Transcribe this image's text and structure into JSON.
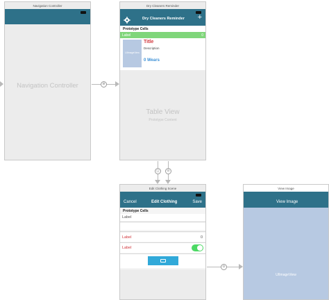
{
  "scenes": {
    "nav": {
      "title": "Navigation Controller",
      "center_label": "Navigation Controller"
    },
    "dry": {
      "title": "Dry Cleaners Reminder",
      "nav_title": "Dry Cleaners Reminder",
      "add_glyph": "+",
      "section_header": "Prototype Cells",
      "green_label": "Label",
      "green_value": "0",
      "image_placeholder": "UIImageView",
      "cell_title": "Title",
      "cell_description": "Description",
      "cell_wears": "0 Wears",
      "table_view_label": "Table View",
      "prototype_content": "Prototype Content"
    },
    "edit": {
      "title": "Edit Clothing Scene",
      "cancel": "Cancel",
      "nav_title": "Edit Clothing",
      "save": "Save",
      "section_header": "Prototype Cells",
      "label_1": "Label",
      "label_2": "Label",
      "label_2_value": "0",
      "label_3": "Label",
      "switch_on": true
    },
    "viewimg": {
      "title": "View Image",
      "nav_title": "View Image",
      "image_label": "UIImageView"
    }
  },
  "colors": {
    "nav_bar": "#2e7189",
    "green_cell": "#7fd67a",
    "red_title": "#d0343a",
    "blue_wears": "#3a8fd6",
    "image_placeholder": "#b7c9e2",
    "switch_on": "#4cd964",
    "button_blue": "#31a9d9"
  }
}
